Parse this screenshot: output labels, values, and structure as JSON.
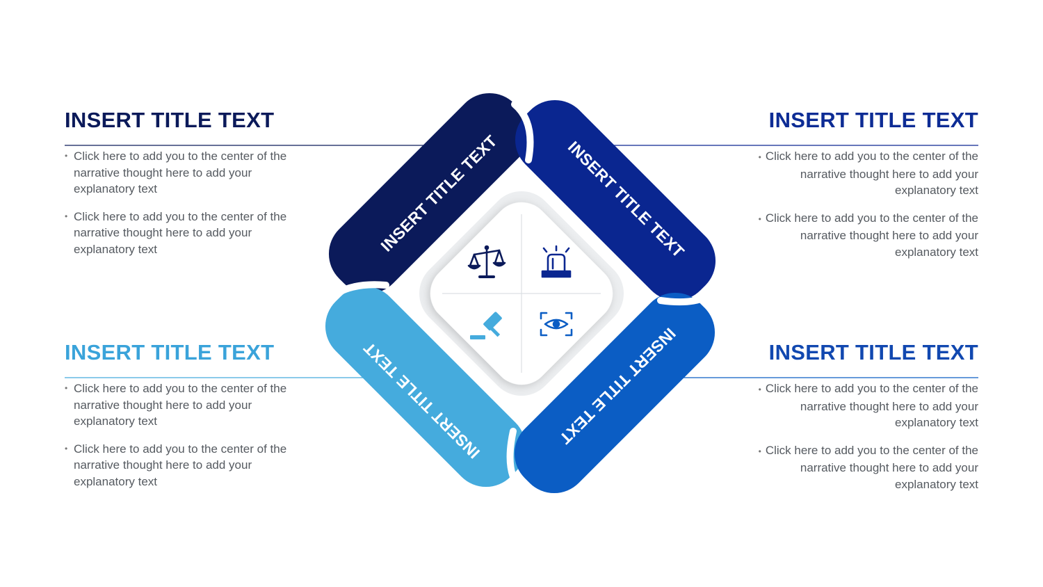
{
  "colors": {
    "navy": "#0b1a5a",
    "blue": "#0a2690",
    "light_blue": "#45abdd",
    "mid_blue": "#0b5dc4"
  },
  "blocks": {
    "top_left": {
      "title": "INSERT TITLE TEXT",
      "bullets": [
        "Click here to add you to the center of the narrative thought here to add your explanatory text",
        "Click here to add you to the center of the narrative thought here to add your explanatory text"
      ]
    },
    "top_right": {
      "title": "INSERT TITLE TEXT",
      "bullets": [
        "Click here to add you to the center of the narrative thought here to add your explanatory text",
        "Click here to add you to the center of the narrative thought here to add your explanatory text"
      ]
    },
    "bottom_left": {
      "title": "INSERT TITLE TEXT",
      "bullets": [
        "Click here to add you to the center of the narrative thought here to add your explanatory text",
        "Click here to add you to the center of the narrative thought here to add your explanatory text"
      ]
    },
    "bottom_right": {
      "title": "INSERT TITLE TEXT",
      "bullets": [
        "Click here to add you to the center of the narrative thought here to add your explanatory text",
        "Click here to add you to the center of the narrative thought here to add your explanatory text"
      ]
    }
  },
  "diagram": {
    "segments": [
      {
        "label": "INSERT TITLE TEXT"
      },
      {
        "label": "INSERT TITLE TEXT"
      },
      {
        "label": "INSERT TITLE TEXT"
      },
      {
        "label": "INSERT TITLE TEXT"
      }
    ],
    "icons": [
      "scales-of-justice-icon",
      "siren-icon",
      "gavel-icon",
      "eye-scan-icon"
    ]
  }
}
